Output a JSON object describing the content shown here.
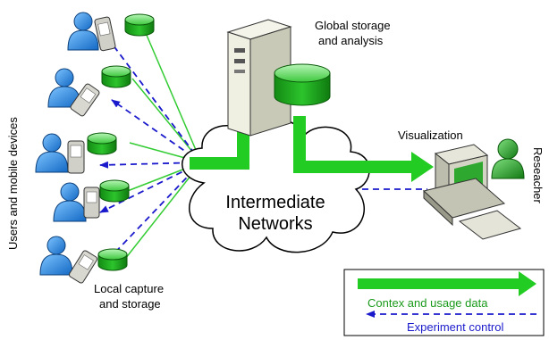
{
  "labels": {
    "users_devices": "Users and mobile devices",
    "local_capture_line1": "Local capture",
    "local_capture_line2": "and storage",
    "global_line1": "Global storage",
    "global_line2": "and analysis",
    "visualization": "Visualization",
    "researcher": "Reseacher",
    "network_line1": "Intermediate",
    "network_line2": "Networks"
  },
  "legend": {
    "data_label": "Contex and usage data",
    "control_label": "Experiment control"
  },
  "colors": {
    "user_blue": "#1e7fd6",
    "researcher_green": "#2a9a2a",
    "data_green": "#22cc22",
    "control_blue": "#1a1acc",
    "storage_green": "#1fae1f"
  },
  "icons": {
    "user": "person-icon",
    "device": "mobile-device-icon",
    "storage": "database-cylinder-icon",
    "server": "server-tower-icon",
    "workstation": "computer-workstation-icon",
    "cloud": "cloud-network-icon"
  }
}
